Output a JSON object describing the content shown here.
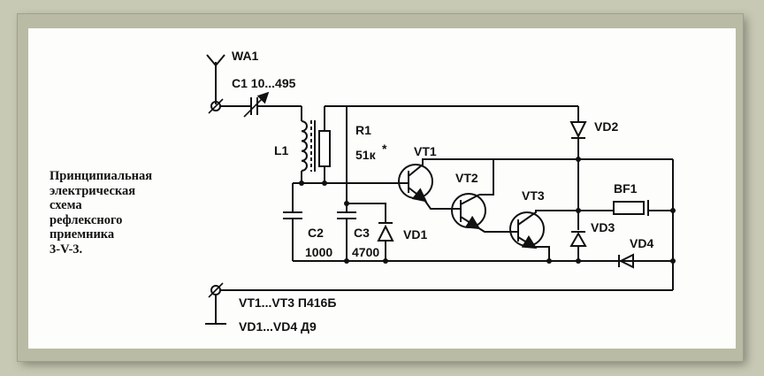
{
  "caption": {
    "lines": [
      "Принципиальная",
      "электрическая",
      "схема",
      "рефлексного",
      "приемника",
      "3-V-3."
    ]
  },
  "components": {
    "antenna": "WA1",
    "c1": "C1 10...495",
    "l1": "L1",
    "r1_name": "R1",
    "r1_value": "51к",
    "r1_mark": "*",
    "c2_name": "C2",
    "c2_value": "1000",
    "c3_name": "C3",
    "c3_value": "4700",
    "vd1": "VD1",
    "vd2": "VD2",
    "vd3": "VD3",
    "vd4": "VD4",
    "vt1": "VT1",
    "vt2": "VT2",
    "vt3": "VT3",
    "bf1": "BF1"
  },
  "notes": {
    "transistors": "VT1...VT3 П416Б",
    "diodes": "VD1...VD4 Д9"
  },
  "colors": {
    "ink": "#111111",
    "paper": "#fdfdfb",
    "background": "#c7c9b4"
  }
}
